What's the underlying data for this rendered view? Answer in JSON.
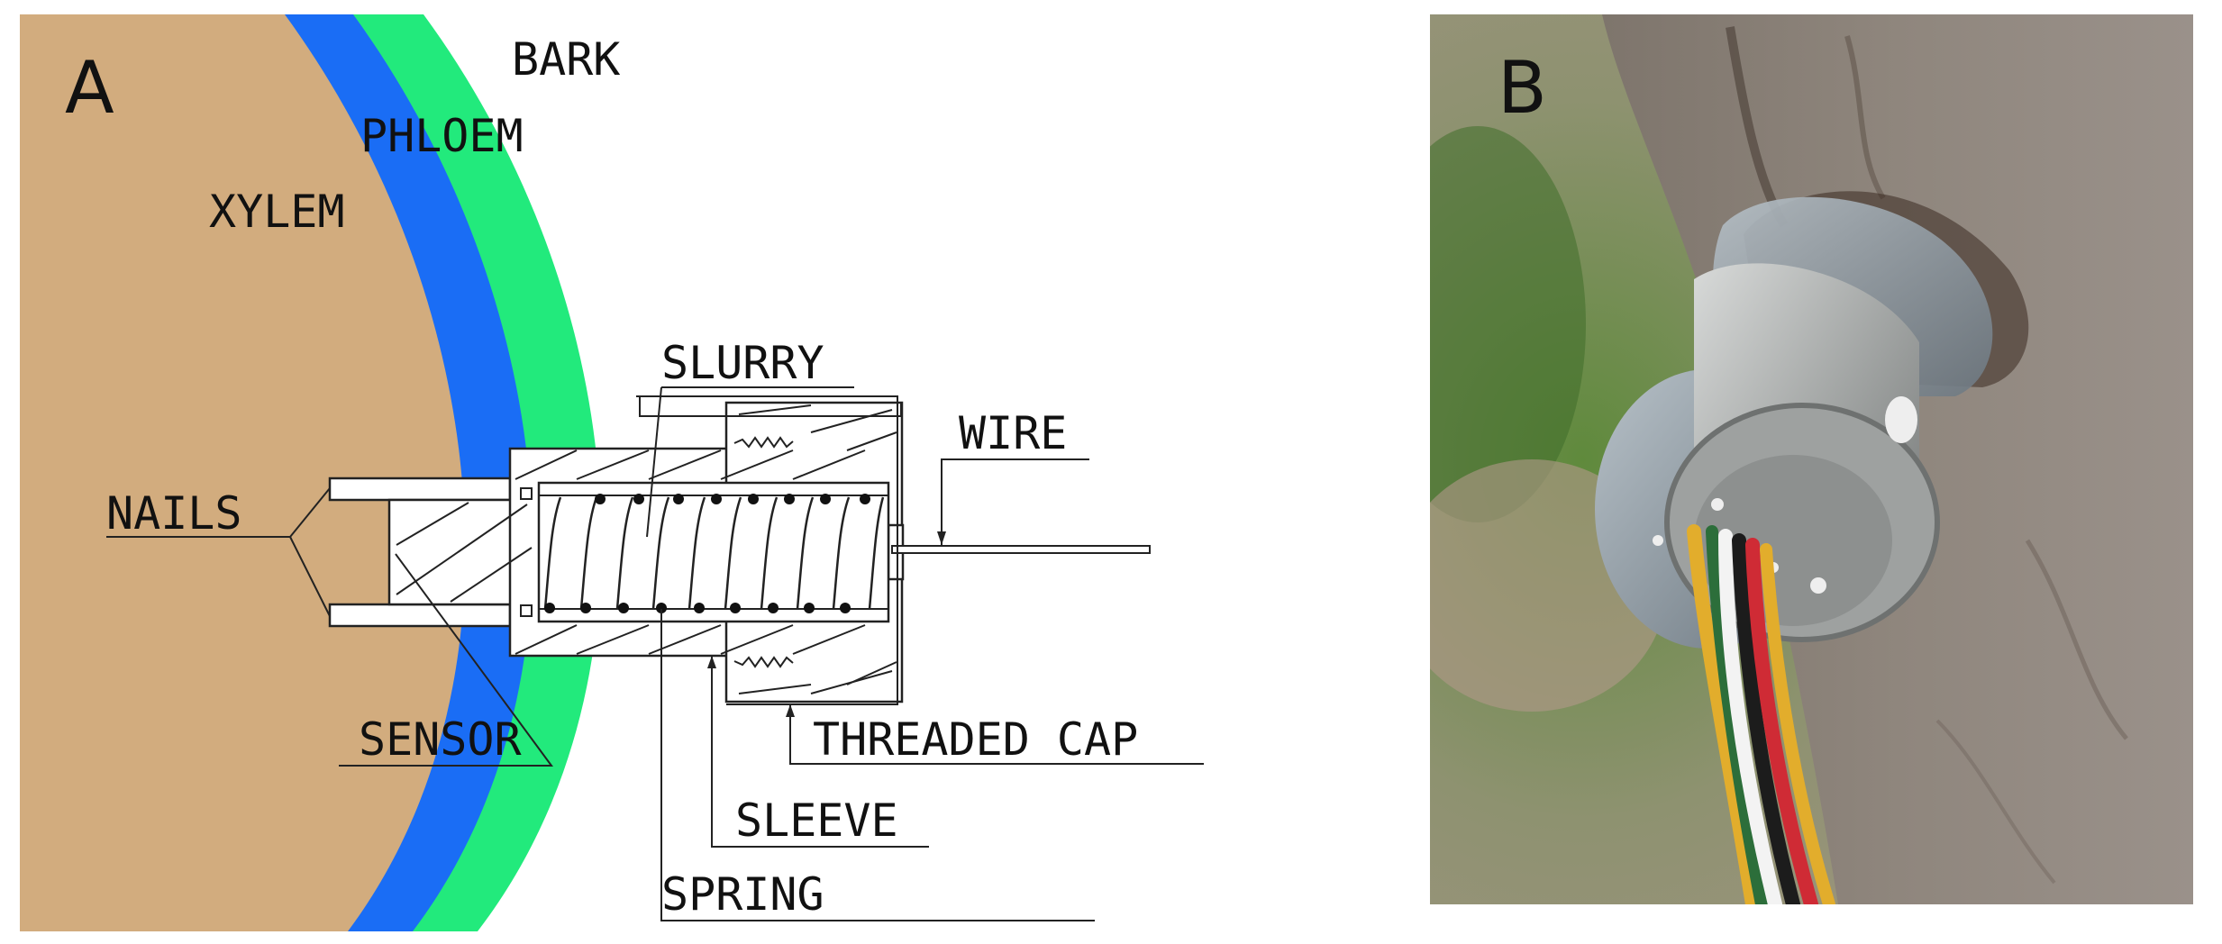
{
  "panels": {
    "a": {
      "letter": "A",
      "labels": {
        "bark": "BARK",
        "phloem": "PHLOEM",
        "xylem": "XYLEM",
        "slurry": "SLURRY",
        "wire": "WIRE",
        "nails": "NAILS",
        "sensor": "SENSOR",
        "threaded_cap": "THREADED CAP",
        "sleeve": "SLEEVE",
        "spring": "SPRING"
      },
      "colors": {
        "xylem": "#d2ac7e",
        "phloem": "#1a6df5",
        "bark": "#22ea7c",
        "linework": "#222222"
      }
    },
    "b": {
      "letter": "B",
      "photo_subject": "sensor-housing-on-tree-trunk",
      "colors": {
        "trunk": "#857b72",
        "background": "#8b8a6a",
        "housing": "#a9aaaa",
        "wire_colors": [
          "#e2ad2c",
          "#f3f3f3",
          "#1c1c1c",
          "#cf2b35",
          "#2c6e3a"
        ]
      }
    }
  }
}
